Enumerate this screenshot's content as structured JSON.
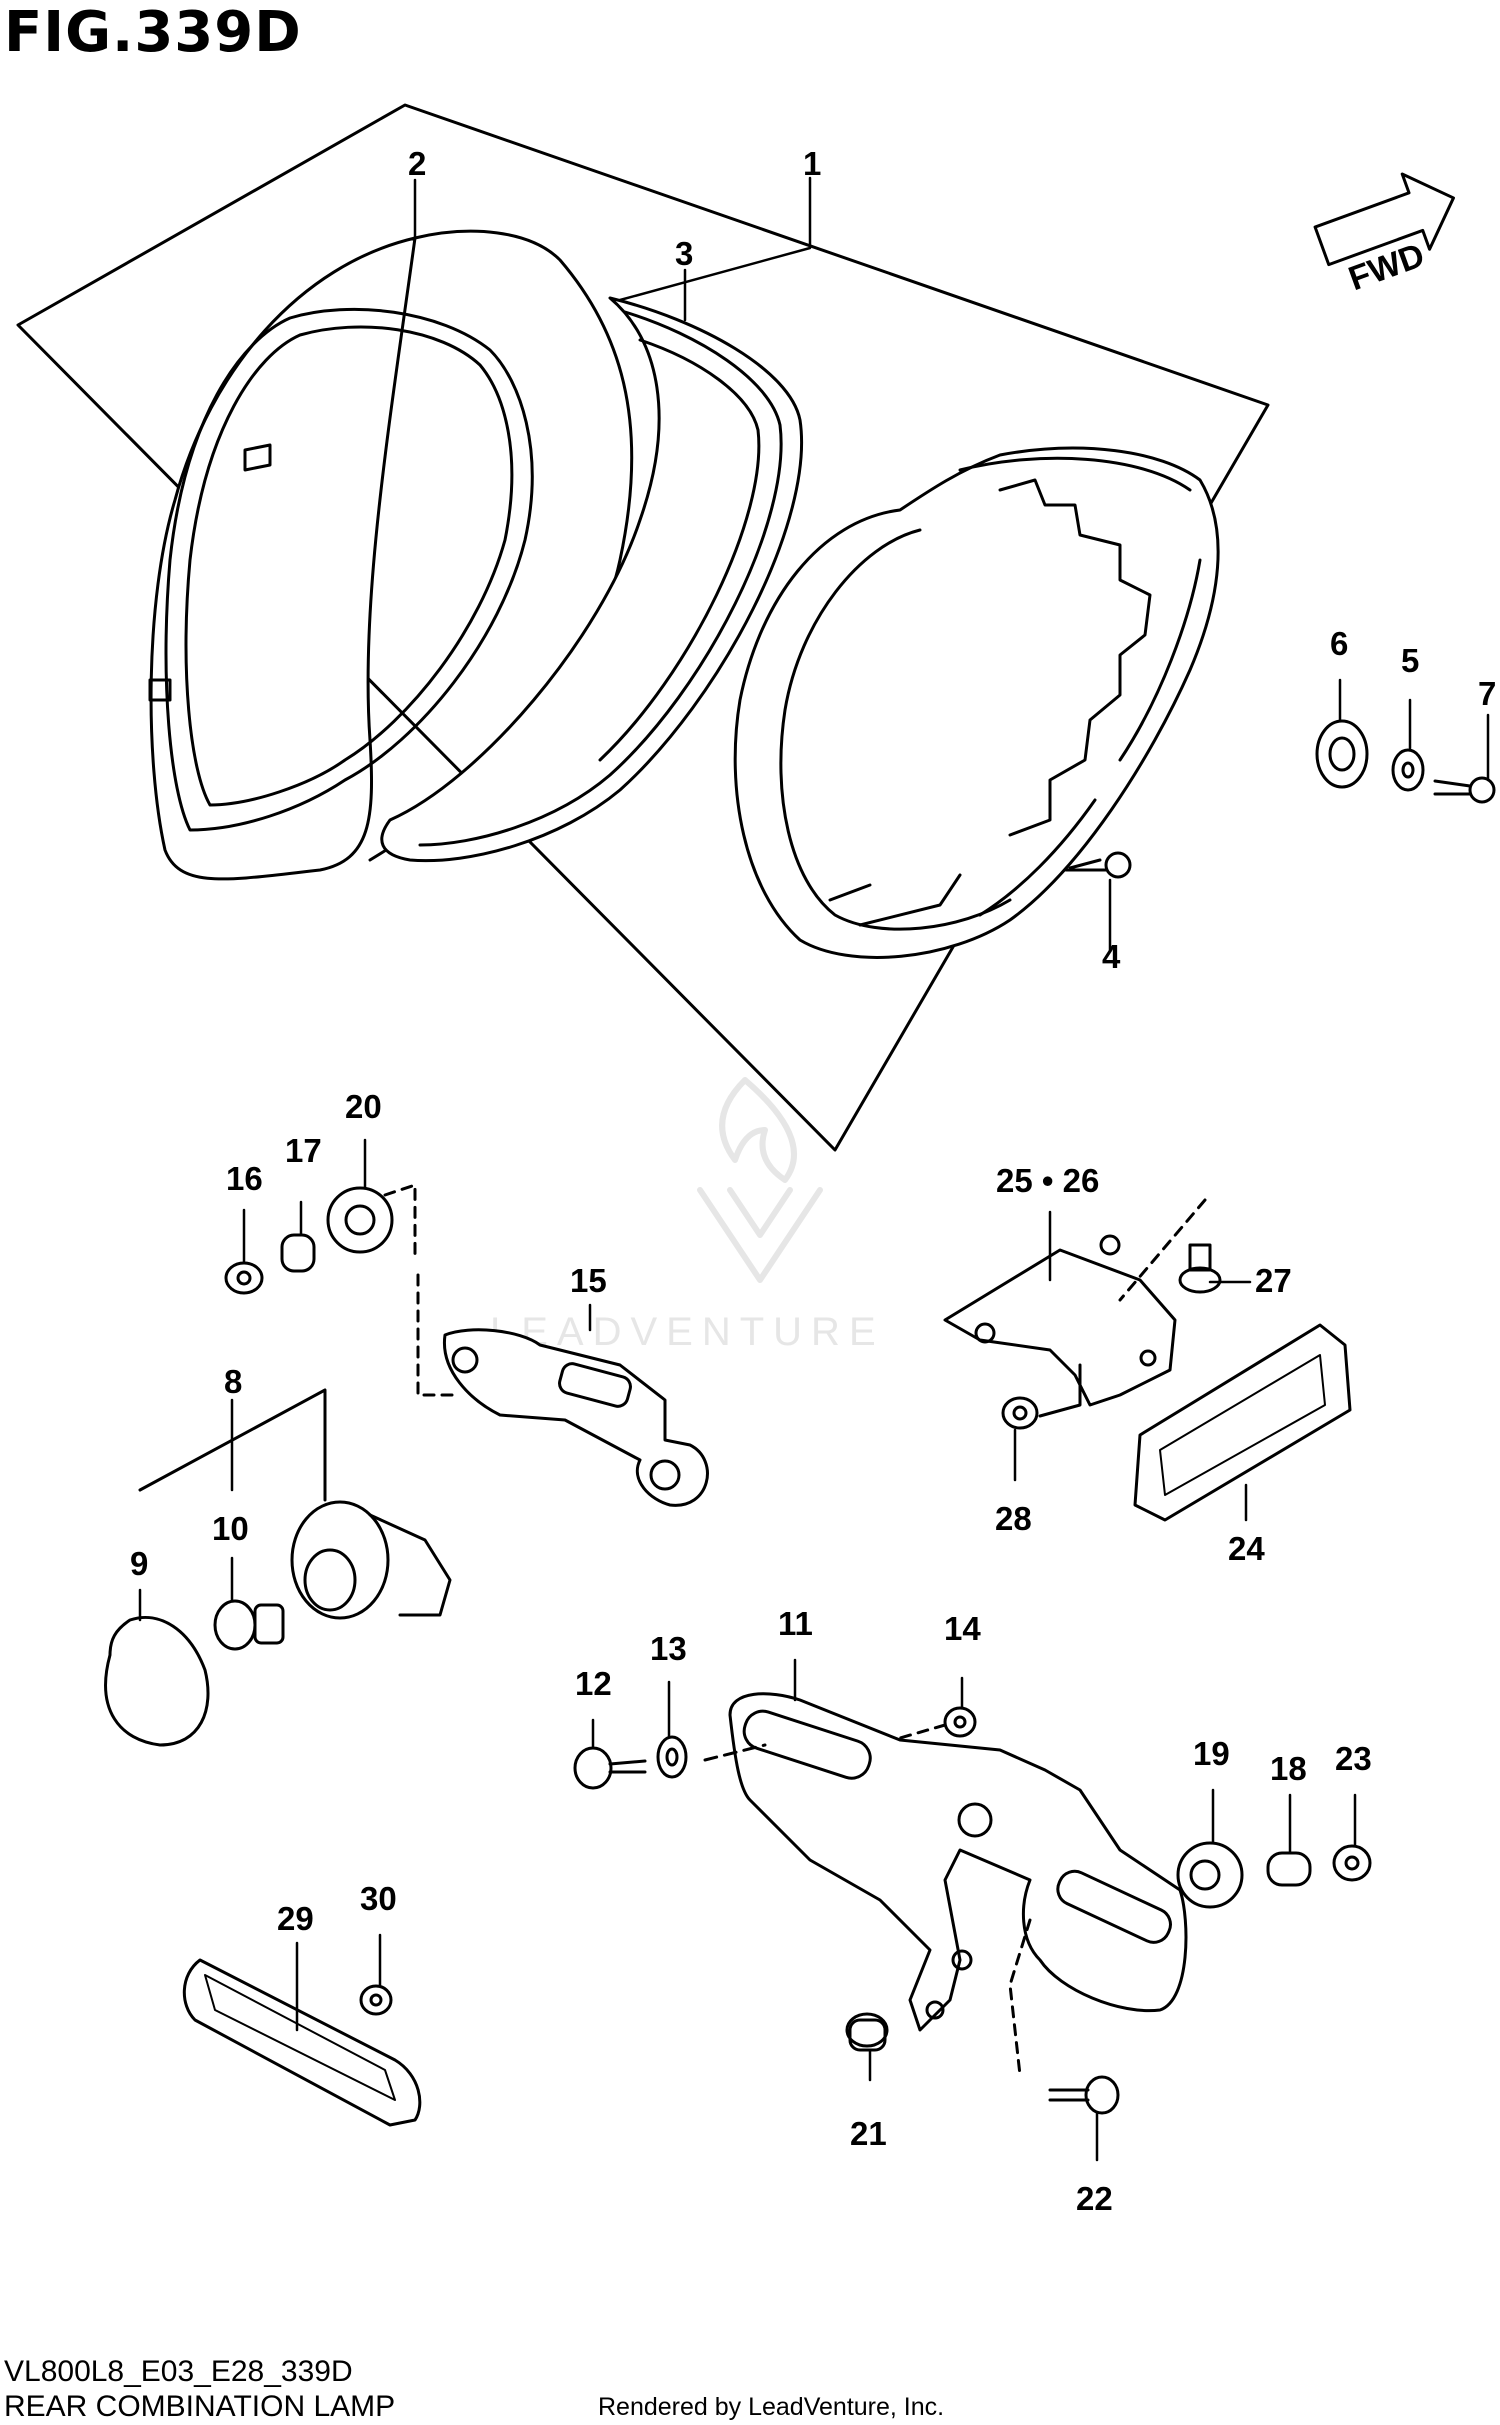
{
  "figure": {
    "title": "FIG.339D",
    "model_code": "VL800L8_E03_E28_339D",
    "caption": "REAR COMBINATION LAMP",
    "rendered_by": "Rendered by LeadVenture, Inc.",
    "direction_label": "FWD",
    "watermark": "LEADVENTURE"
  },
  "callouts": {
    "c1": "1",
    "c2": "2",
    "c3": "3",
    "c4": "4",
    "c5": "5",
    "c6": "6",
    "c7": "7",
    "c8": "8",
    "c9": "9",
    "c10": "10",
    "c11": "11",
    "c12": "12",
    "c13": "13",
    "c14": "14",
    "c15": "15",
    "c16": "16",
    "c17": "17",
    "c18": "18",
    "c19": "19",
    "c20": "20",
    "c21": "21",
    "c22": "22",
    "c23": "23",
    "c24": "24",
    "c25_26": "25 • 26",
    "c27": "27",
    "c28": "28",
    "c29": "29",
    "c30": "30"
  },
  "colors": {
    "line": "#000000",
    "background": "#ffffff",
    "watermark": "#e6e6e6"
  }
}
